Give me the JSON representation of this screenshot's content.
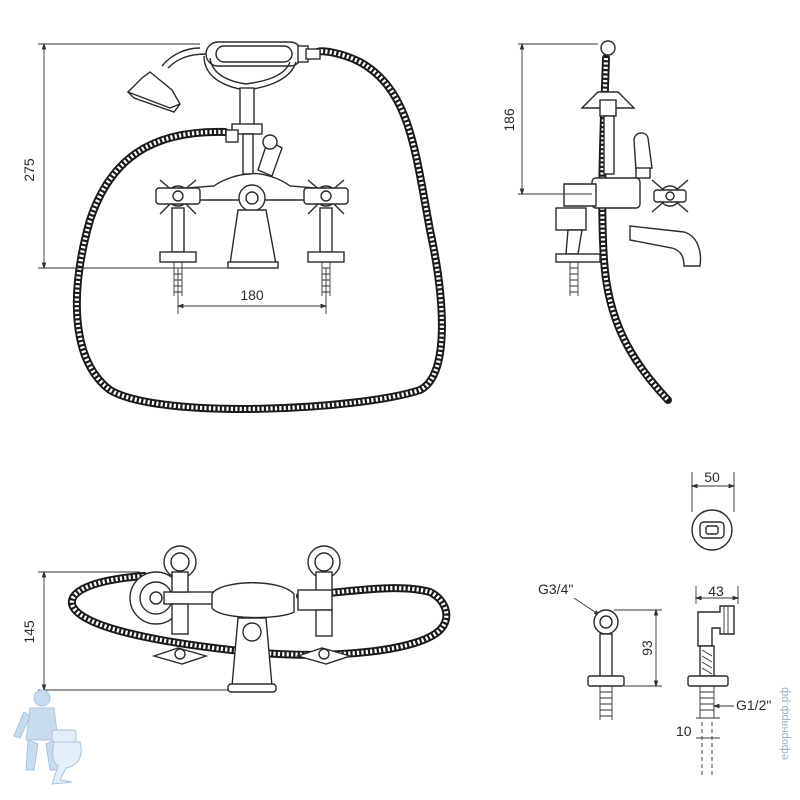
{
  "dimensions": {
    "front_height": "275",
    "front_width": "180",
    "side_height": "186",
    "top_depth": "145",
    "wall_mount_width": "50",
    "elbow_width": "43",
    "leg_height": "93",
    "inlet_thread": "G3/4\"",
    "outlet_thread": "G1/2\"",
    "thread_length": "10"
  },
  "watermark": {
    "text": "ефорнярф.рф"
  },
  "colors": {
    "line": "#2a2a2a",
    "background": "#ffffff",
    "logo_blue": "#a8c4e0"
  }
}
